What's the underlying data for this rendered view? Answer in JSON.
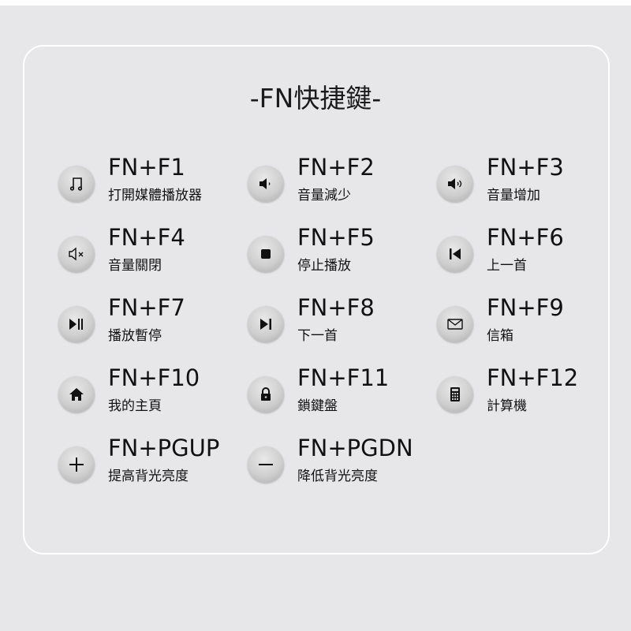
{
  "title": "-FN快捷鍵-",
  "shortcuts": [
    {
      "key": "FN+F1",
      "desc": "打開媒體播放器",
      "icon": "music-note-icon"
    },
    {
      "key": "FN+F2",
      "desc": "音量減少",
      "icon": "volume-down-icon"
    },
    {
      "key": "FN+F3",
      "desc": "音量增加",
      "icon": "volume-up-icon"
    },
    {
      "key": "FN+F4",
      "desc": "音量關閉",
      "icon": "mute-icon"
    },
    {
      "key": "FN+F5",
      "desc": "停止播放",
      "icon": "stop-icon"
    },
    {
      "key": "FN+F6",
      "desc": "上一首",
      "icon": "previous-track-icon"
    },
    {
      "key": "FN+F7",
      "desc": "播放暫停",
      "icon": "play-pause-icon"
    },
    {
      "key": "FN+F8",
      "desc": "下一首",
      "icon": "next-track-icon"
    },
    {
      "key": "FN+F9",
      "desc": "信箱",
      "icon": "mail-icon"
    },
    {
      "key": "FN+F10",
      "desc": "我的主頁",
      "icon": "home-icon"
    },
    {
      "key": "FN+F11",
      "desc": "鎖鍵盤",
      "icon": "lock-icon"
    },
    {
      "key": "FN+F12",
      "desc": "計算機",
      "icon": "calculator-icon"
    },
    {
      "key": "FN+PGUP",
      "desc": "提高背光亮度",
      "icon": "plus-icon"
    },
    {
      "key": "FN+PGDN",
      "desc": "降低背光亮度",
      "icon": "minus-icon"
    }
  ]
}
